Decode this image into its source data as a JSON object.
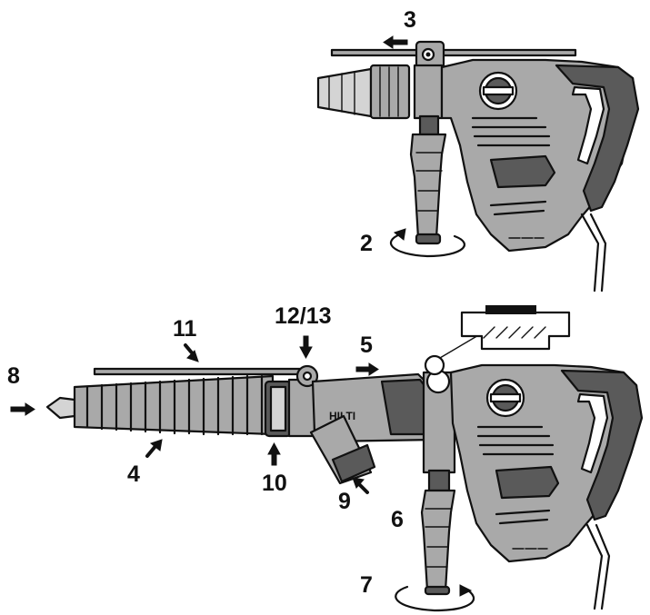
{
  "figure": {
    "callouts": [
      {
        "id": "3",
        "label": "3"
      },
      {
        "id": "2",
        "label": "2"
      },
      {
        "id": "11",
        "label": "11"
      },
      {
        "id": "12-13",
        "label": "12/13"
      },
      {
        "id": "5",
        "label": "5"
      },
      {
        "id": "8",
        "label": "8"
      },
      {
        "id": "4",
        "label": "4"
      },
      {
        "id": "10",
        "label": "10"
      },
      {
        "id": "9",
        "label": "9"
      },
      {
        "id": "6",
        "label": "6"
      },
      {
        "id": "7",
        "label": "7"
      }
    ],
    "brand_mark": "HILTI",
    "colors": {
      "body": "#a9a9a9",
      "dark": "#5a5a5a",
      "light": "#d4d4d4",
      "ink": "#111111"
    }
  }
}
